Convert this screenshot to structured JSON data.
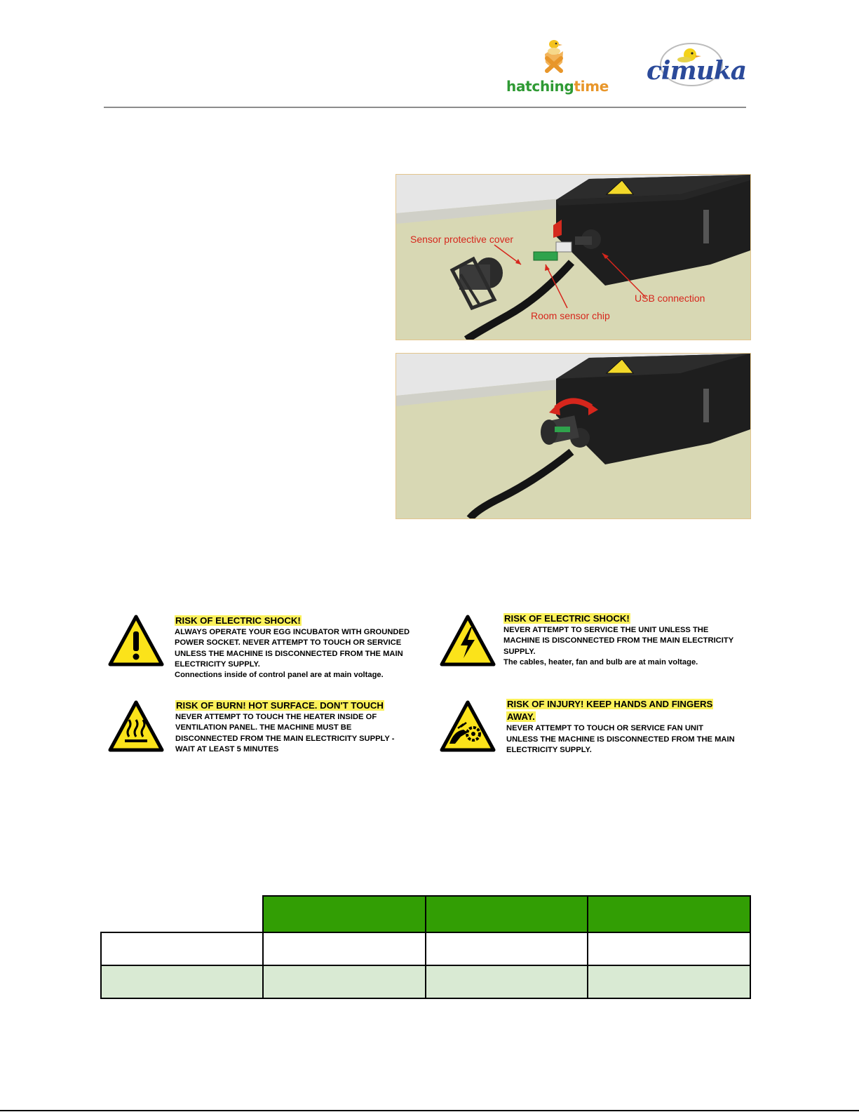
{
  "header": {
    "logo_left": {
      "part1": "hatching",
      "part2": "time",
      "brand_colors": {
        "green": "#2f9a34",
        "orange": "#e8962a"
      },
      "icon": "chick-in-egg-icon"
    },
    "logo_right": {
      "text": "cimuka",
      "brand_color": "#2b4a9a",
      "icon": "duckling-icon"
    }
  },
  "illustrations": {
    "top": {
      "callouts": {
        "cover": "Sensor protective cover",
        "usb": "USB connection",
        "chip": "Room sensor chip"
      }
    },
    "bottom": {
      "icon": "rotate-arrow-icon"
    }
  },
  "warnings": [
    {
      "icon": "exclamation-warning-icon",
      "title": "RISK OF ELECTRIC SHOCK!",
      "body_lines": [
        "ALWAYS OPERATE YOUR EGG INCUBATOR WITH GROUNDED",
        "POWER SOCKET.  NEVER ATTEMPT TO TOUCH OR SERVICE",
        "UNLESS THE MACHINE IS DISCONNECTED FROM THE MAIN",
        "ELECTRICITY SUPPLY.",
        "Connections inside of control panel are at main voltage."
      ]
    },
    {
      "icon": "lightning-warning-icon",
      "title": "RISK OF ELECTRIC SHOCK!",
      "body_lines": [
        "NEVER ATTEMPT TO SERVICE THE UNIT UNLESS THE",
        "MACHINE IS DISCONNECTED FROM THE MAIN ELECTRICITY",
        "SUPPLY.",
        "The cables, heater, fan and bulb are at main voltage."
      ]
    },
    {
      "icon": "hot-surface-warning-icon",
      "title": "RISK OF BURN! HOT SURFACE. DON'T TOUCH",
      "body_lines": [
        "NEVER ATTEMPT TO TOUCH THE HEATER INSIDE OF",
        "VENTILATION PANEL. THE MACHINE MUST BE",
        "DISCONNECTED FROM THE MAIN ELECTRICITY SUPPLY -",
        "WAIT AT LEAST 5 MINUTES"
      ]
    },
    {
      "icon": "hand-gear-warning-icon",
      "title_lines": [
        "RISK OF INJURY!  KEEP HANDS AND FINGERS",
        "AWAY."
      ],
      "body_lines": [
        "NEVER ATTEMPT TO TOUCH OR SERVICE FAN UNIT",
        "UNLESS THE MACHINE IS DISCONNECTED FROM THE MAIN",
        "ELECTRICITY SUPPLY."
      ]
    }
  ],
  "table": {
    "header_color": "#329e04",
    "alt_row_color": "#d9ead3",
    "rows": 2,
    "columns": 4
  }
}
